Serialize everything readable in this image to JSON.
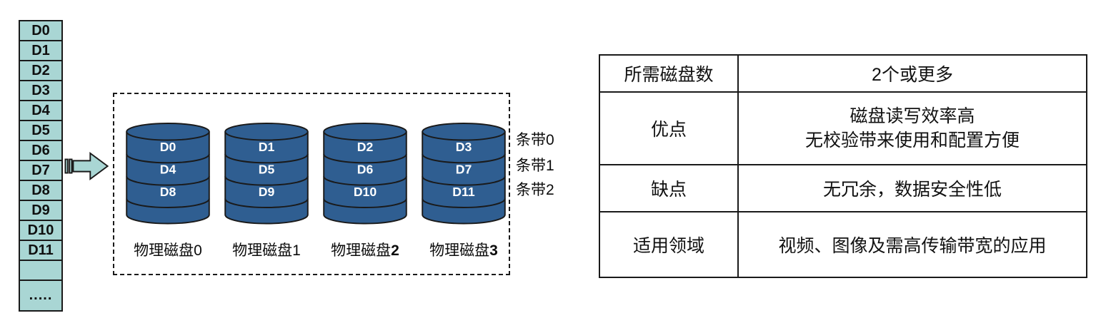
{
  "colors": {
    "teal": "#A9D6D4",
    "disk_blue": "#2F5E91",
    "line": "#1A1A1A"
  },
  "logical_stack": {
    "cells": [
      "D0",
      "D1",
      "D2",
      "D3",
      "D4",
      "D5",
      "D6",
      "D7",
      "D8",
      "D9",
      "D10",
      "D11"
    ],
    "ellipsis": "....."
  },
  "disk_group": {
    "disks": [
      {
        "blocks": [
          "D0",
          "D4",
          "D8"
        ],
        "label_prefix": "物理磁盘",
        "label_number": "0"
      },
      {
        "blocks": [
          "D1",
          "D5",
          "D9"
        ],
        "label_prefix": "物理磁盘",
        "label_number": "1"
      },
      {
        "blocks": [
          "D2",
          "D6",
          "D10"
        ],
        "label_prefix": "物理磁盘",
        "label_number": "2"
      },
      {
        "blocks": [
          "D3",
          "D7",
          "D11"
        ],
        "label_prefix": "物理磁盘",
        "label_number": "3"
      }
    ]
  },
  "stripes": {
    "labels": [
      "条带0",
      "条带1",
      "条带2"
    ]
  },
  "table": {
    "rows": [
      {
        "header": "所需磁盘数",
        "line1": "2个或更多"
      },
      {
        "header": "优点",
        "line1": "磁盘读写效率高",
        "line2": "无校验带来使用和配置方便"
      },
      {
        "header": "缺点",
        "line1": "无冗余，数据安全性低"
      },
      {
        "header": "适用领域",
        "line1": "视频、图像及需高传输带宽的应用"
      }
    ]
  }
}
